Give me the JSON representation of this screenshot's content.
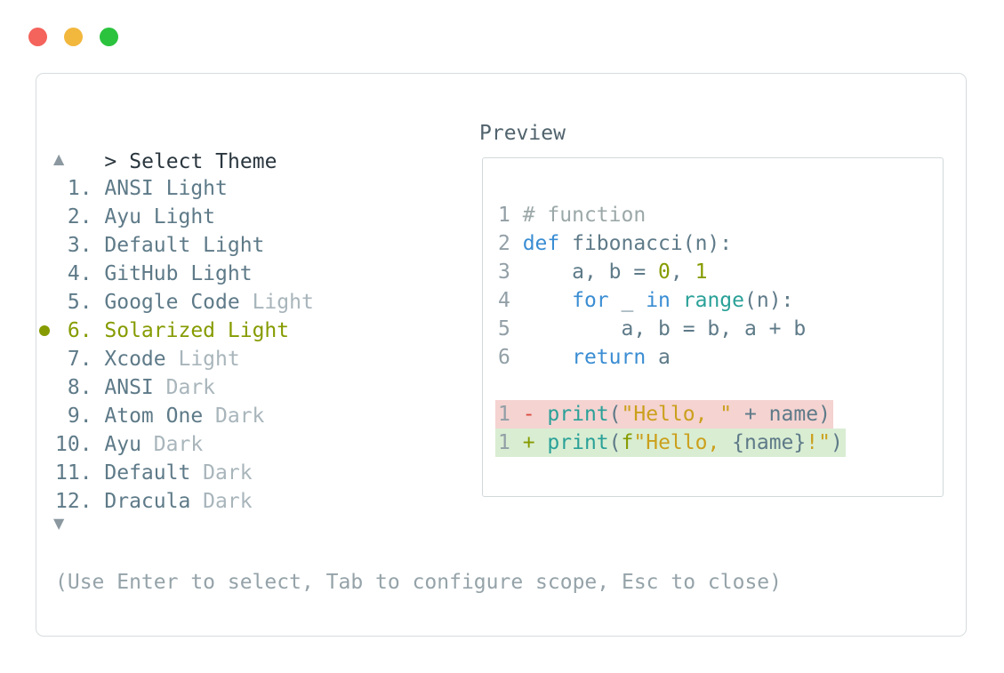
{
  "window": {
    "controls": [
      {
        "icon": "close-icon",
        "name": "close"
      },
      {
        "icon": "minimize-icon",
        "name": "minimize"
      },
      {
        "icon": "maximize-icon",
        "name": "maximize"
      }
    ]
  },
  "prompt": {
    "caret": ">",
    "title": "Select Theme"
  },
  "theme_list": {
    "up_arrow": "▲",
    "down_arrow": "▼",
    "selected_number": 6,
    "items": [
      {
        "number": " 1.",
        "name": "ANSI",
        "variant": "Light",
        "dim_variant": false,
        "selected": false
      },
      {
        "number": " 2.",
        "name": "Ayu",
        "variant": "Light",
        "dim_variant": false,
        "selected": false
      },
      {
        "number": " 3.",
        "name": "Default",
        "variant": "Light",
        "dim_variant": false,
        "selected": false
      },
      {
        "number": " 4.",
        "name": "GitHub",
        "variant": "Light",
        "dim_variant": false,
        "selected": false
      },
      {
        "number": " 5.",
        "name": "Google Code",
        "variant": "Light",
        "dim_variant": true,
        "selected": false
      },
      {
        "number": " 6.",
        "name": "Solarized",
        "variant": "Light",
        "dim_variant": false,
        "selected": true
      },
      {
        "number": " 7.",
        "name": "Xcode",
        "variant": "Light",
        "dim_variant": true,
        "selected": false
      },
      {
        "number": " 8.",
        "name": "ANSI",
        "variant": "Dark",
        "dim_variant": true,
        "selected": false
      },
      {
        "number": " 9.",
        "name": "Atom One",
        "variant": "Dark",
        "dim_variant": true,
        "selected": false
      },
      {
        "number": "10.",
        "name": "Ayu",
        "variant": "Dark",
        "dim_variant": true,
        "selected": false
      },
      {
        "number": "11.",
        "name": "Default",
        "variant": "Dark",
        "dim_variant": true,
        "selected": false
      },
      {
        "number": "12.",
        "name": "Dracula",
        "variant": "Dark",
        "dim_variant": true,
        "selected": false
      }
    ]
  },
  "preview": {
    "label": "Preview",
    "code_lines": [
      {
        "segments": [
          [
            "ln",
            "1 "
          ],
          [
            "comment",
            "# function"
          ]
        ]
      },
      {
        "segments": [
          [
            "ln",
            "2 "
          ],
          [
            "kw",
            "def"
          ],
          [
            "plain",
            " fibonacci(n):"
          ]
        ]
      },
      {
        "segments": [
          [
            "ln",
            "3 "
          ],
          [
            "plain",
            "    a, b = "
          ],
          [
            "num",
            "0"
          ],
          [
            "plain",
            ", "
          ],
          [
            "num",
            "1"
          ]
        ]
      },
      {
        "segments": [
          [
            "ln",
            "4 "
          ],
          [
            "plain",
            "    "
          ],
          [
            "kw",
            "for"
          ],
          [
            "plain",
            " _ "
          ],
          [
            "kw",
            "in"
          ],
          [
            "plain",
            " "
          ],
          [
            "fn",
            "range"
          ],
          [
            "plain",
            "(n):"
          ]
        ]
      },
      {
        "segments": [
          [
            "ln",
            "5 "
          ],
          [
            "plain",
            "        a, b = b, a + b"
          ]
        ]
      },
      {
        "segments": [
          [
            "ln",
            "6 "
          ],
          [
            "plain",
            "    "
          ],
          [
            "kw",
            "return"
          ],
          [
            "plain",
            " a"
          ]
        ]
      },
      {
        "segments": []
      },
      {
        "highlight": "removed",
        "segments": [
          [
            "ln",
            "1 "
          ],
          [
            "minus",
            "- "
          ],
          [
            "fn",
            "print"
          ],
          [
            "plain",
            "("
          ],
          [
            "str",
            "\"Hello, \""
          ],
          [
            "plain",
            " + name)"
          ]
        ]
      },
      {
        "highlight": "added",
        "segments": [
          [
            "ln",
            "1 "
          ],
          [
            "plus",
            "+ "
          ],
          [
            "fn",
            "print"
          ],
          [
            "plain",
            "("
          ],
          [
            "num",
            "f"
          ],
          [
            "str",
            "\"Hello, "
          ],
          [
            "plain",
            "{name}"
          ],
          [
            "str",
            "!\""
          ],
          [
            "plain",
            ")"
          ]
        ]
      }
    ]
  },
  "help_text": "(Use Enter to select, Tab to configure scope, Esc to close)",
  "colors": {
    "traffic_red": "#f4635c",
    "traffic_yellow": "#f2b73d",
    "traffic_green": "#2bc33e",
    "border": "#d6dcde",
    "preview_border": "#d2d9db",
    "dark": "#2a363e",
    "label": "#51636d",
    "slate": "#5e7a88",
    "dim": "#a8b5bb",
    "olive": "#869b00",
    "arrow": "#8b98a0",
    "line_number": "#929fa6",
    "comment": "#9ca8a8",
    "keyword": "#3a8dd3",
    "func": "#2aa198",
    "string": "#cba01c",
    "red": "#dc4b40",
    "removed_bg": "#f4d3d1",
    "added_bg": "#d9edd3",
    "help": "#95a3a9"
  }
}
